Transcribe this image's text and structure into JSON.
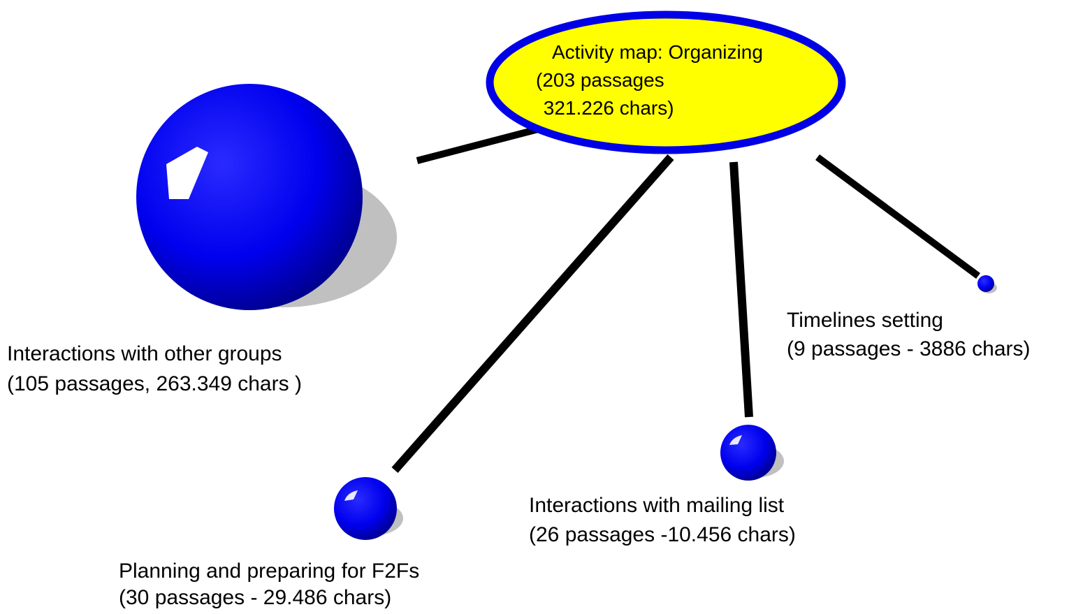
{
  "center": {
    "title": "Activity map: Organizing",
    "line2": "(203 passages",
    "line3": " 321.226 chars)"
  },
  "nodes": [
    {
      "id": "interactions-other-groups",
      "line1": "Interactions with other groups",
      "line2": "(105 passages, 263.349 chars )"
    },
    {
      "id": "planning-f2fs",
      "line1": "Planning and preparing for F2Fs",
      "line2": "(30 passages - 29.486 chars)"
    },
    {
      "id": "interactions-mailing-list",
      "line1": "Interactions with mailing list",
      "line2": "(26 passages -10.456 chars)"
    },
    {
      "id": "timelines-setting",
      "line1": "Timelines setting",
      "line2": "(9 passages - 3886 chars)"
    }
  ],
  "colors": {
    "ellipse_fill": "#ffff00",
    "ellipse_stroke": "#0000e6",
    "sphere": "#0000ee",
    "sphere_dark": "#000099",
    "shadow": "#c0c0c0",
    "connector": "#000000"
  }
}
